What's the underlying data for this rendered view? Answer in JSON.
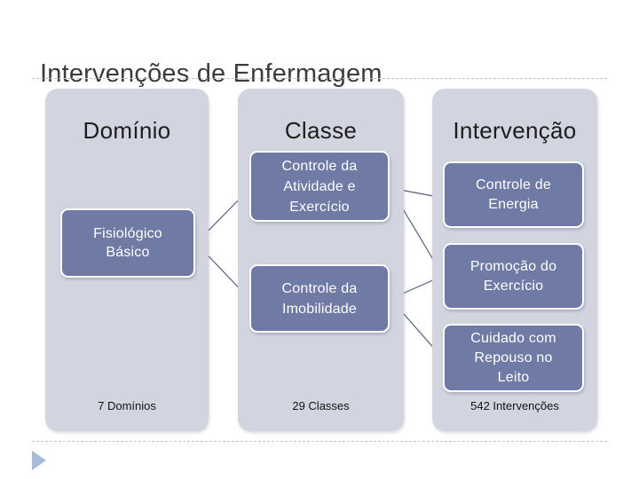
{
  "slide": {
    "title": "Intervenções de Enfermagem",
    "background_color": "#ffffff",
    "rule_color": "#b9c4d6",
    "panel_color": "#d2d5e0",
    "node_color": "#6f7aa5",
    "node_text_color": "#ffffff",
    "connector_color": "#59607a",
    "play_triangle_color": "#a8bcd8"
  },
  "columns": [
    {
      "id": "dominio",
      "header": "Domínio",
      "footer": "7 Domínios",
      "nodes": [
        {
          "id": "fisiologico-basico",
          "lines": [
            "Fisiológico",
            "Básico"
          ]
        }
      ]
    },
    {
      "id": "classe",
      "header": "Classe",
      "footer": "29 Classes",
      "nodes": [
        {
          "id": "controle-atividade",
          "lines": [
            "Controle  da",
            "Atividade e",
            "Exercício"
          ]
        },
        {
          "id": "controle-imobilidade",
          "lines": [
            "Controle da",
            "Imobilidade"
          ]
        }
      ]
    },
    {
      "id": "intervencao",
      "header": "Intervenção",
      "footer": "542 Intervenções",
      "nodes": [
        {
          "id": "controle-energia",
          "lines": [
            "Controle de",
            "Energia"
          ]
        },
        {
          "id": "promocao-exercicio",
          "lines": [
            "Promoção do",
            "Exercício"
          ]
        },
        {
          "id": "cuidado-repouso",
          "lines": [
            "Cuidado  com",
            "Repouso no",
            "Leito"
          ]
        }
      ]
    }
  ],
  "connections": [
    {
      "from": "fisiologico-basico",
      "to": "controle-atividade"
    },
    {
      "from": "fisiologico-basico",
      "to": "controle-imobilidade"
    },
    {
      "from": "controle-atividade",
      "to": "controle-energia"
    },
    {
      "from": "controle-atividade",
      "to": "promocao-exercicio"
    },
    {
      "from": "controle-imobilidade",
      "to": "promocao-exercicio"
    },
    {
      "from": "controle-imobilidade",
      "to": "cuidado-repouso"
    }
  ],
  "decor": {
    "play_icon": "play-triangle-icon"
  }
}
